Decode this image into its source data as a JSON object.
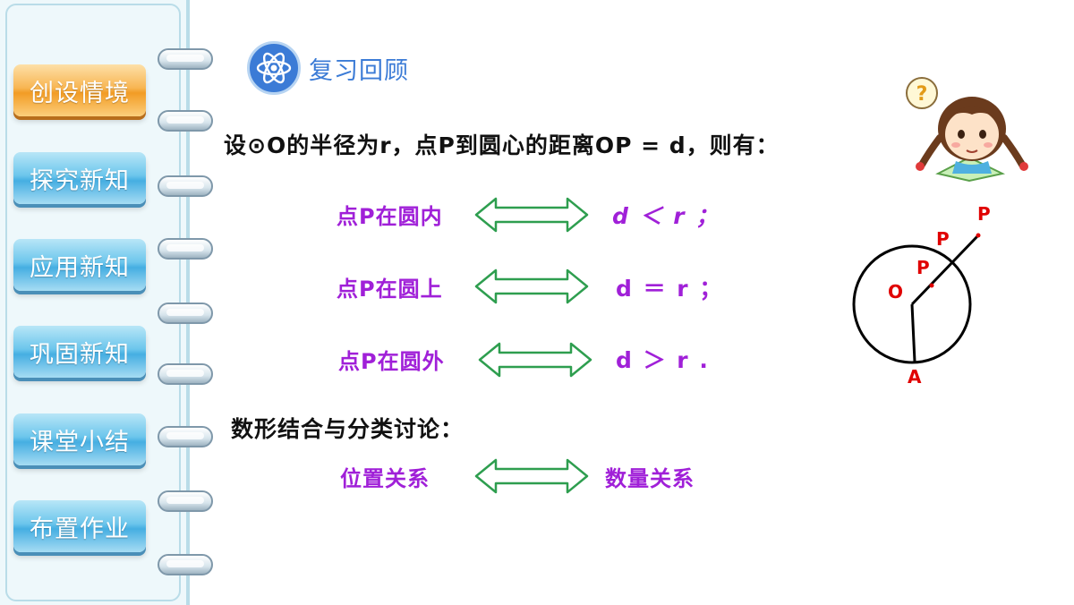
{
  "nav": {
    "items": [
      {
        "label": "创设情境",
        "state": "active"
      },
      {
        "label": "探究新知",
        "state": "normal"
      },
      {
        "label": "应用新知",
        "state": "normal"
      },
      {
        "label": "巩固新知",
        "state": "normal"
      },
      {
        "label": "课堂小结",
        "state": "normal"
      },
      {
        "label": "布置作业",
        "state": "normal"
      }
    ]
  },
  "header": {
    "icon": "atom-icon",
    "title": "复习回顾"
  },
  "statement": "设⊙O的半径为r，点P到圆心的距离OP = d，则有：",
  "relations": [
    {
      "label": "点P在圆内",
      "relation": "d ＜ r ；"
    },
    {
      "label": "点P在圆上",
      "relation": "d ＝ r ；"
    },
    {
      "label": "点P在圆外",
      "relation": "d ＞ r ."
    }
  ],
  "summary": {
    "title": "数形结合与分类讨论：",
    "left": "位置关系",
    "right": "数量关系"
  },
  "diagram": {
    "center_label": "O",
    "point_labels": [
      "P",
      "P",
      "P"
    ],
    "bottom_label": "A"
  },
  "colors": {
    "accent_blue": "#3b7bd6",
    "purple": "#a020d8",
    "arrow_green": "#2e9e4f",
    "point_red": "#e00000",
    "nav_active": "#f29c25",
    "nav_normal": "#45aee2"
  }
}
